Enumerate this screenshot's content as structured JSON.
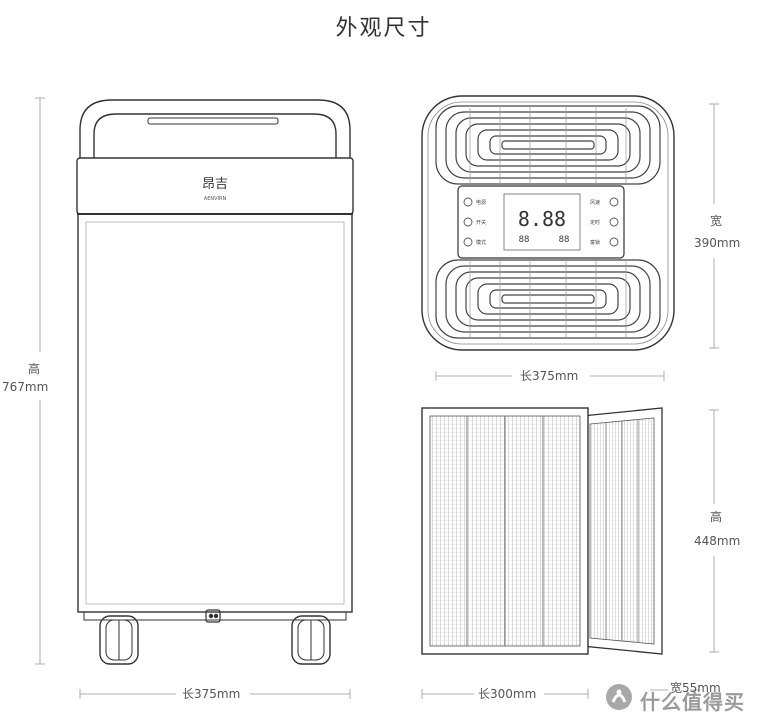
{
  "title": "外观尺寸",
  "unit_front": {
    "brand": "昂吉",
    "brand_sub": "AENVIRN",
    "height_label": "高",
    "height_value": "767mm",
    "length_label": "长375mm"
  },
  "unit_top": {
    "width_label": "宽",
    "width_value": "390mm",
    "length_label": "长375mm",
    "display": {
      "digits_main": "8.88",
      "digits_left": "88",
      "digits_right": "88",
      "left_buttons": [
        "电源",
        "开关",
        "模式"
      ],
      "right_buttons": [
        "风速",
        "定时",
        "童锁"
      ]
    }
  },
  "filter": {
    "height_label": "高",
    "height_value": "448mm",
    "length_label": "长300mm",
    "width_label": "宽55mm"
  },
  "watermark": {
    "text": "什么值得买",
    "logo": "smzdm-logo-icon"
  }
}
